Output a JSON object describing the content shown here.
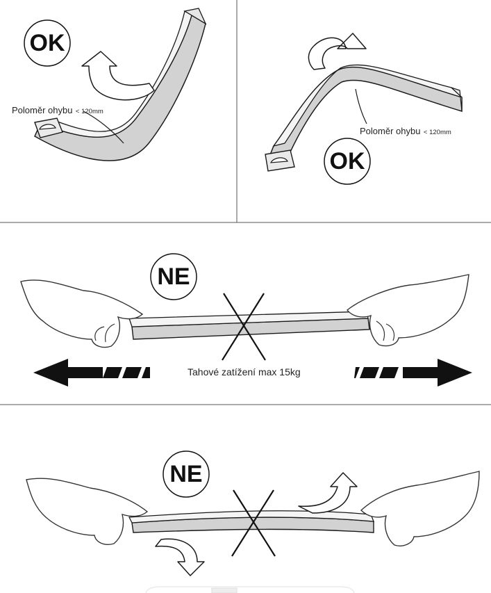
{
  "panels": {
    "top_left": {
      "badge": "OK",
      "label_main": "Poloměr ohybu",
      "label_value": "< 120mm"
    },
    "top_right": {
      "badge": "OK",
      "label_main": "Poloměr ohybu",
      "label_value": "< 120mm"
    },
    "middle": {
      "badge": "NE",
      "caption": "Tahové zatížení max 15kg"
    },
    "bottom": {
      "badge": "NE"
    }
  },
  "colors": {
    "line": "#1a1a1a",
    "divider": "#555555",
    "strip_fill": "#d2d2d2",
    "strip_top": "#f4f4f4",
    "hand_stroke": "#333333",
    "arrow": "#111111"
  },
  "icons": [
    "curl-arrow-icon",
    "cross-mark-icon",
    "arrow-left-icon",
    "arrow-right-icon",
    "hand-icon"
  ]
}
